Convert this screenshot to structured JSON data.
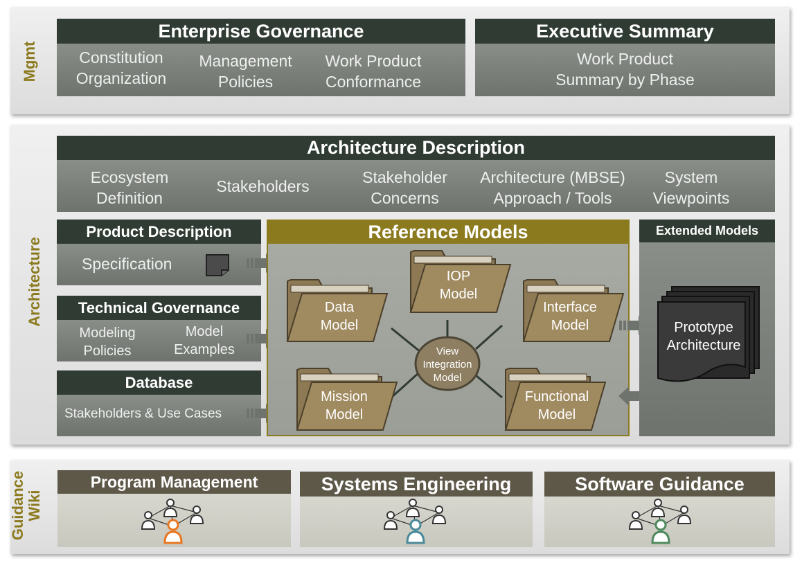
{
  "sections": {
    "mgmt": "Mgmt",
    "architecture": "Architecture",
    "guidance_line1": "Guidance",
    "guidance_line2": "Wiki"
  },
  "enterprise_governance": {
    "title": "Enterprise Governance",
    "items": [
      {
        "line1": "Constitution",
        "line2": "Organization"
      },
      {
        "line1": "Management",
        "line2": "Policies"
      },
      {
        "line1": "Work Product",
        "line2": "Conformance"
      }
    ]
  },
  "executive_summary": {
    "title": "Executive Summary",
    "line1": "Work Product",
    "line2": "Summary by Phase"
  },
  "architecture_description": {
    "title": "Architecture Description",
    "items": [
      {
        "line1": "Ecosystem",
        "line2": "Definition"
      },
      {
        "line1": "Stakeholders",
        "line2": ""
      },
      {
        "line1": "Stakeholder",
        "line2": "Concerns"
      },
      {
        "line1": "Architecture (MBSE)",
        "line2": "Approach / Tools"
      },
      {
        "line1": "System",
        "line2": "Viewpoints"
      }
    ]
  },
  "product_description": {
    "title": "Product Description",
    "item": "Specification"
  },
  "technical_governance": {
    "title": "Technical Governance",
    "items": [
      {
        "line1": "Modeling",
        "line2": "Policies"
      },
      {
        "line1": "Model",
        "line2": "Examples"
      }
    ]
  },
  "database": {
    "title": "Database",
    "item": "Stakeholders & Use Cases"
  },
  "reference_models": {
    "title": "Reference Models",
    "center": {
      "line1": "View",
      "line2": "Integration",
      "line3": "Model"
    },
    "folders": {
      "data": {
        "line1": "Data",
        "line2": "Model"
      },
      "iop": {
        "line1": "IOP",
        "line2": "Model"
      },
      "interface": {
        "line1": "Interface",
        "line2": "Model"
      },
      "mission": {
        "line1": "Mission",
        "line2": "Model"
      },
      "functional": {
        "line1": "Functional",
        "line2": "Model"
      }
    }
  },
  "extended_models": {
    "title": "Extended Models",
    "line1": "Prototype",
    "line2": "Architecture"
  },
  "guidance": [
    {
      "title": "Program Management",
      "accent": "#e87722"
    },
    {
      "title": "Systems Engineering",
      "accent": "#4a8a9a"
    },
    {
      "title": "Software Guidance",
      "accent": "#4f8a5e"
    }
  ]
}
